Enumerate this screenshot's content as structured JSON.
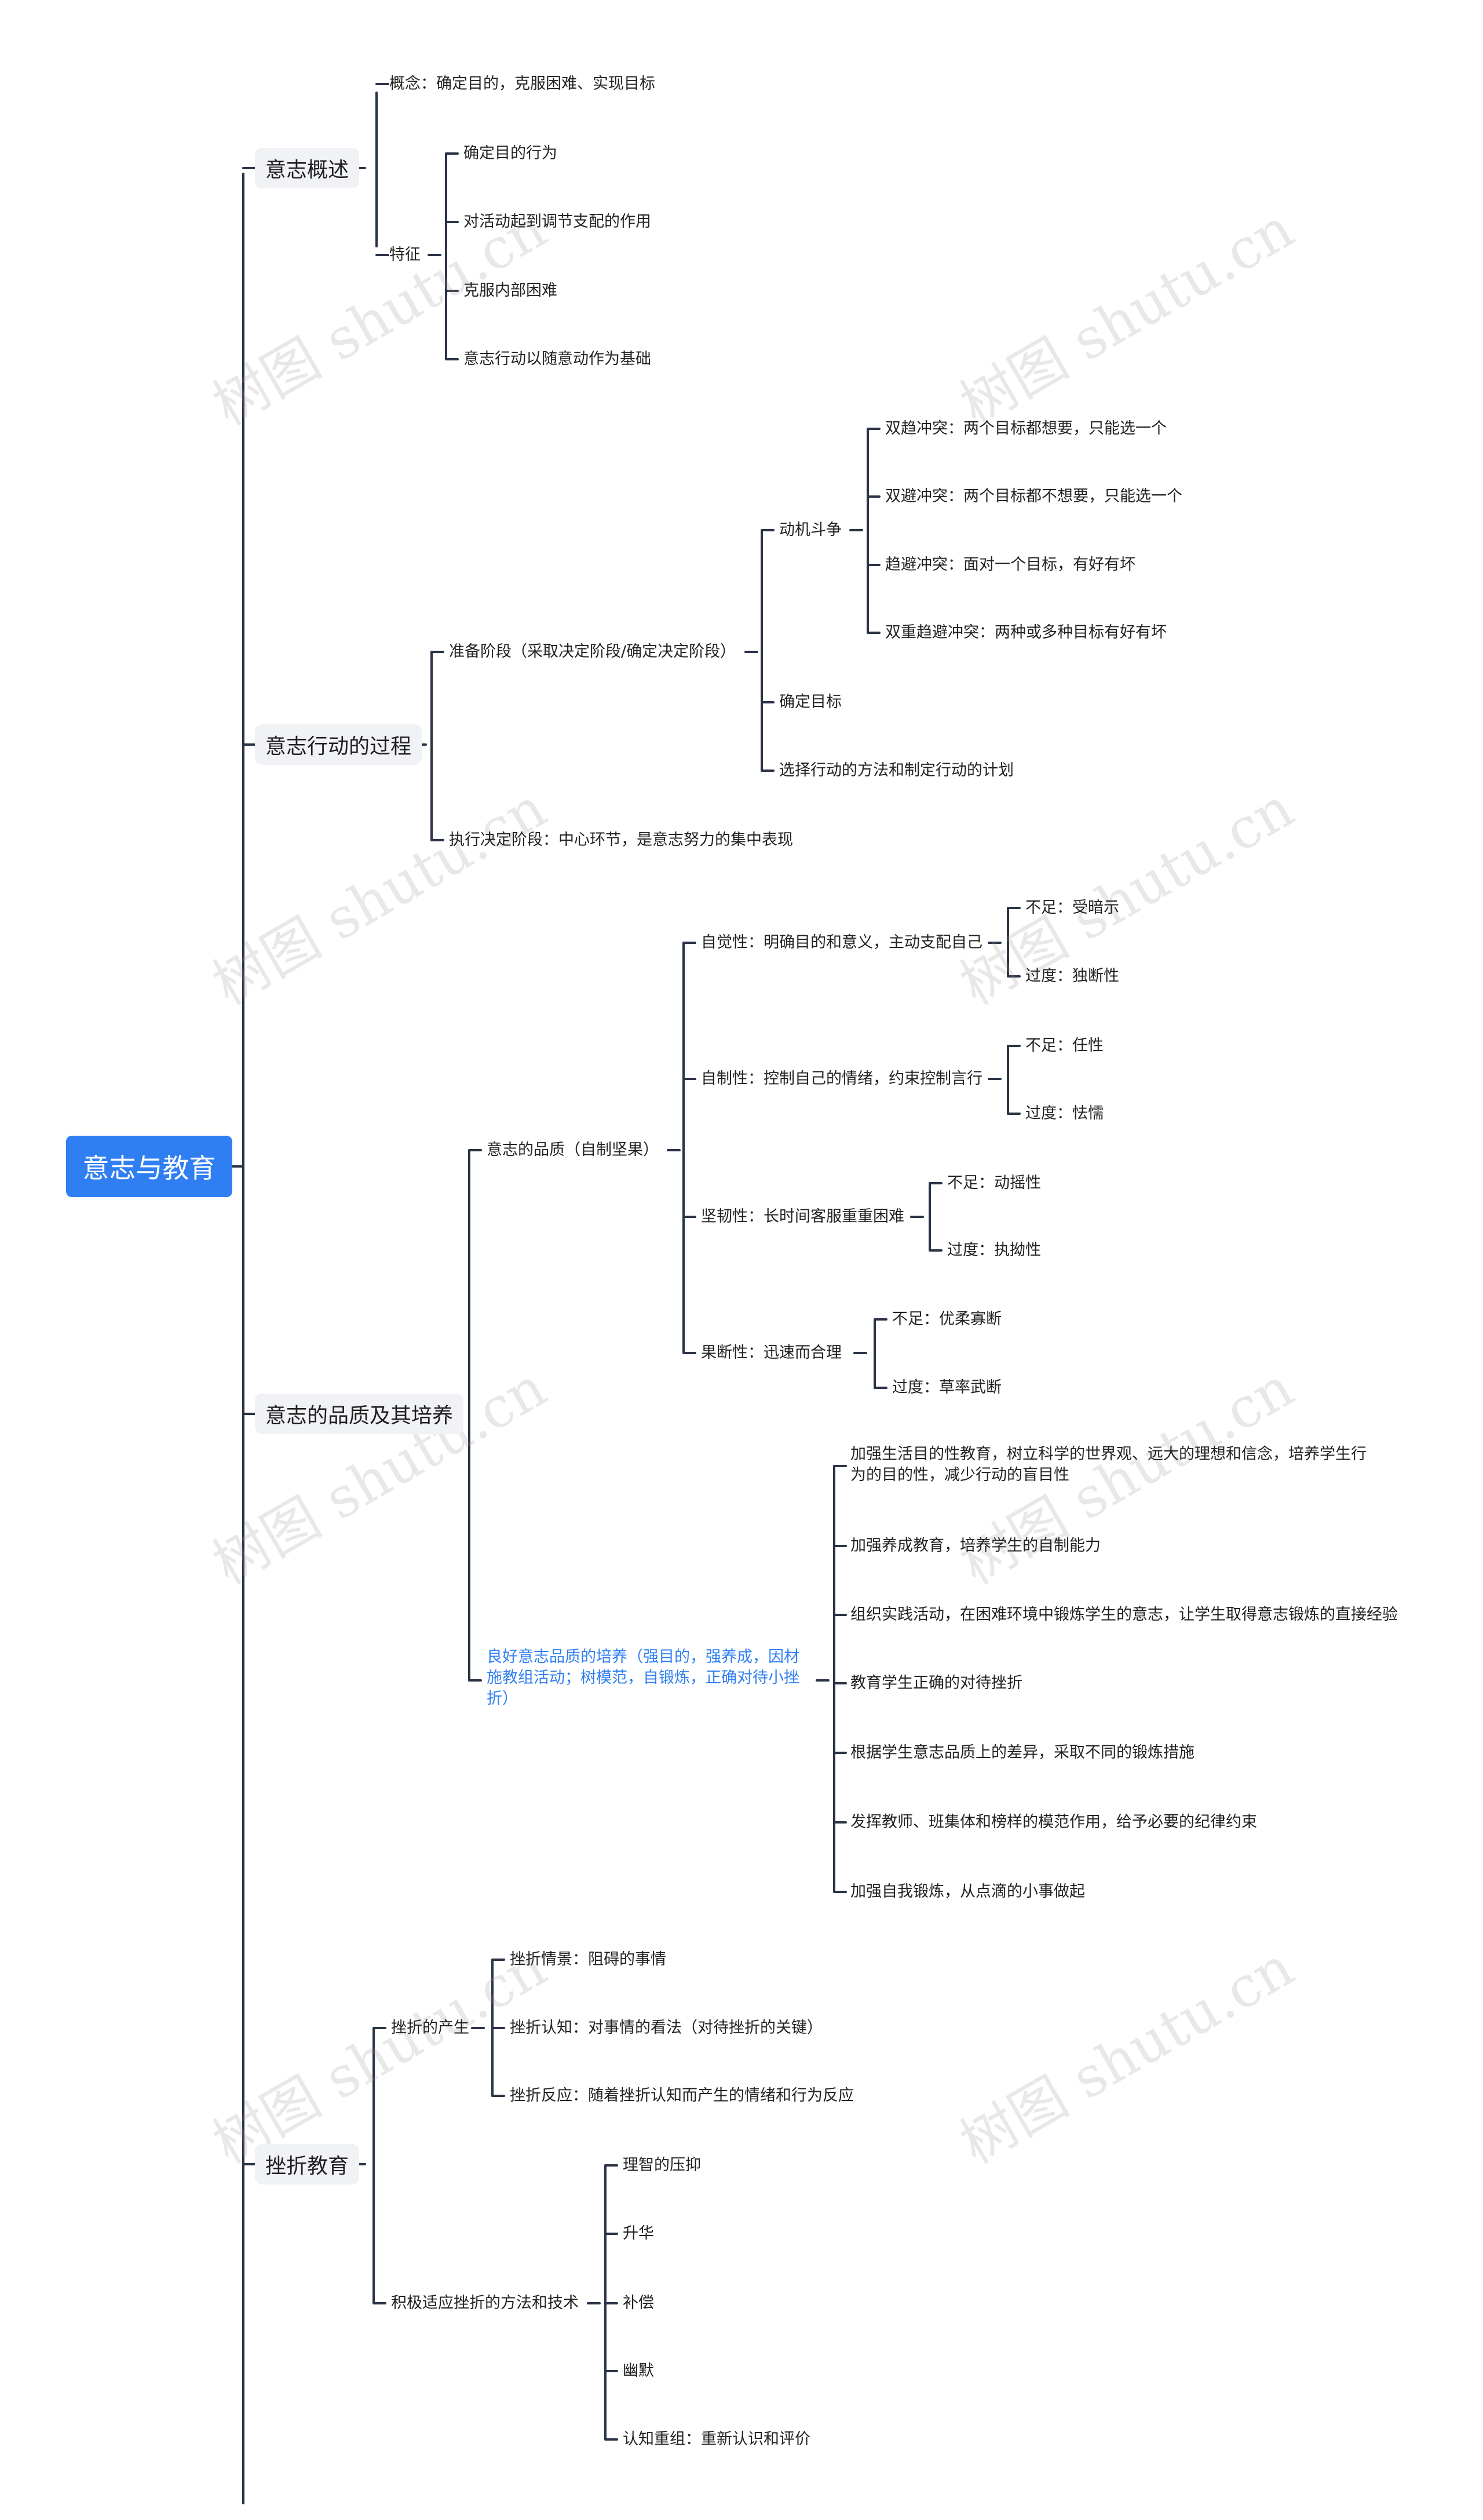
{
  "root": "意志与教育",
  "watermark": "树图 shutu.cn",
  "colors": {
    "line": "#2b3446",
    "accent": "#2f7ff2",
    "branch_bg": "#f0f2f5"
  },
  "b1": {
    "label": "意志概述",
    "concept": "概念：确定目的，克服困难、实现目标",
    "feature": "特征",
    "features": [
      "确定目的行为",
      "对活动起到调节支配的作用",
      "克服内部困难",
      "意志行动以随意动作为基础"
    ]
  },
  "b2": {
    "label": "意志行动的过程",
    "prep": "准备阶段（采取决定阶段/确定决定阶段）",
    "motive": "动机斗争",
    "conflicts": [
      "双趋冲突：两个目标都想要，只能选一个",
      "双避冲突：两个目标都不想要，只能选一个",
      "趋避冲突：面对一个目标，有好有坏",
      "双重趋避冲突：两种或多种目标有好有坏"
    ],
    "goal": "确定目标",
    "plan": "选择行动的方法和制定行动的计划",
    "exec": "执行决定阶段：中心环节，是意志努力的集中表现"
  },
  "b3": {
    "label": "意志的品质及其培养",
    "quality": "意志的品质（自制坚果）",
    "q1": {
      "label": "自觉性：明确目的和意义，主动支配自己",
      "lack": "不足：受暗示",
      "excess": "过度：独断性"
    },
    "q2": {
      "label": "自制性：控制自己的情绪，约束控制言行",
      "lack": "不足：任性",
      "excess": "过度：怯懦"
    },
    "q3": {
      "label": "坚韧性：长时间客服重重困难",
      "lack": "不足：动摇性",
      "excess": "过度：执拗性"
    },
    "q4": {
      "label": "果断性：迅速而合理",
      "lack": "不足：优柔寡断",
      "excess": "过度：草率武断"
    },
    "cultivate": "良好意志品质的培养（强目的，强养成，因材施教组活动；树模范，自锻炼，正确对待小挫折）",
    "methods": [
      "加强生活目的性教育，树立科学的世界观、远大的理想和信念，培养学生行为的目的性，减少行动的盲目性",
      "加强养成教育，培养学生的自制能力",
      "组织实践活动，在困难环境中锻炼学生的意志，让学生取得意志锻炼的直接经验",
      "教育学生正确的对待挫折",
      "根据学生意志品质上的差异，采取不同的锻炼措施",
      "发挥教师、班集体和榜样的模范作用，给予必要的纪律约束",
      "加强自我锻炼，从点滴的小事做起"
    ]
  },
  "b4": {
    "label": "挫折教育",
    "origin": "挫折的产生",
    "origins": [
      "挫折情景：阻碍的事情",
      "挫折认知：对事情的看法（对待挫折的关键）",
      "挫折反应：随着挫折认知而产生的情绪和行为反应"
    ],
    "adapt": "积极适应挫折的方法和技术",
    "adapts": [
      "理智的压抑",
      "升华",
      "补偿",
      "幽默",
      "认知重组：重新认识和评价"
    ]
  }
}
